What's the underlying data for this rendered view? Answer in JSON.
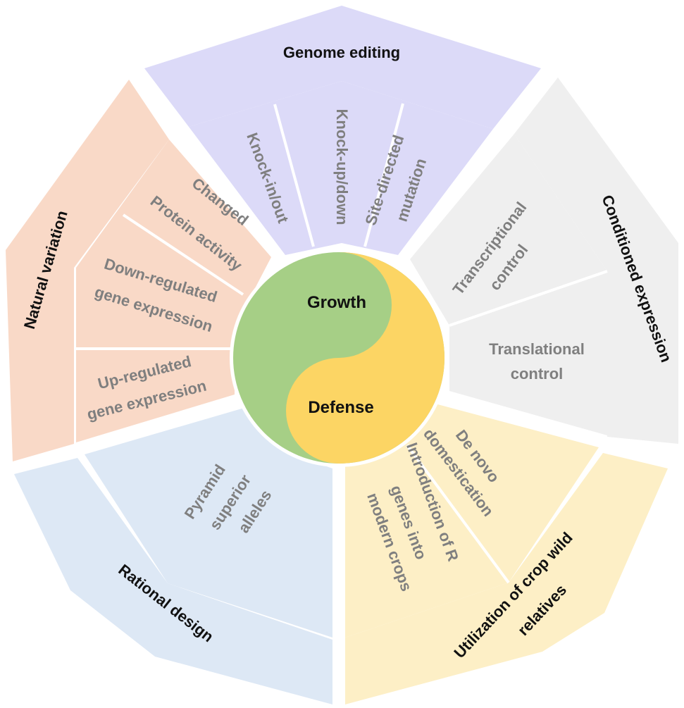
{
  "colors": {
    "genome_editing": "#dcdaf8",
    "conditioned_expression": "#efefef",
    "utilization": "#fdefc6",
    "rational_design": "#dde8f5",
    "natural_variation": "#f9d9c7",
    "growth": "#a6cf86",
    "defense": "#fcd564",
    "title_text": "#111111",
    "sub_text": "#7f7f7f"
  },
  "center": {
    "growth": "Growth",
    "defense": "Defense"
  },
  "sections": {
    "genome_editing": {
      "title": "Genome editing",
      "items": [
        "Knock-in/out",
        "Knock-up/down",
        "Site-directed",
        "mutation"
      ]
    },
    "conditioned_expression": {
      "title": "Conditioned expression",
      "transcriptional": [
        "Transcriptional",
        "control"
      ],
      "translational": [
        "Translational",
        "control"
      ]
    },
    "utilization": {
      "title_lines": [
        "Utilization of crop wild",
        "relatives"
      ],
      "de_novo": [
        "De novo",
        "domestication"
      ],
      "introduction": [
        "Introduction of R",
        "genes into",
        "modern crops"
      ]
    },
    "rational_design": {
      "title": "Rational design",
      "pyramid": [
        "Pyramid",
        "superior",
        "alleles"
      ]
    },
    "natural_variation": {
      "title": "Natural variation",
      "changed": [
        "Changed",
        "Protein activity"
      ],
      "down": [
        "Down-regulated",
        "gene expression"
      ],
      "up": [
        "Up-regulated",
        "gene expression"
      ]
    }
  }
}
